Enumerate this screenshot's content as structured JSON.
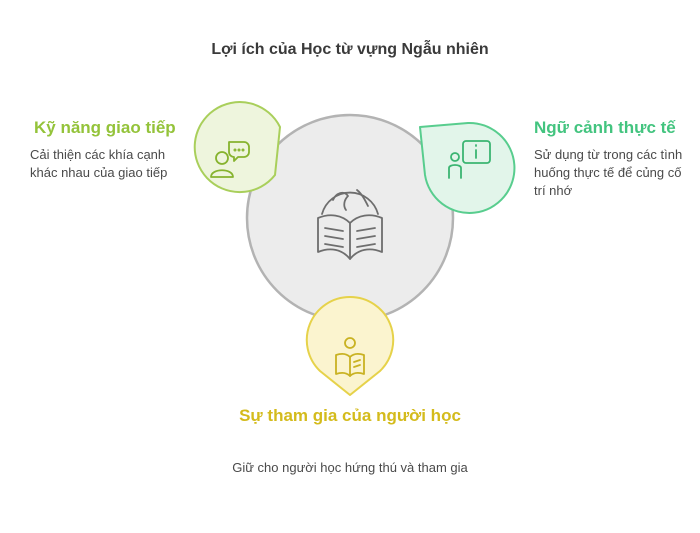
{
  "title": "Lợi ích của Học từ vựng Ngẫu nhiên",
  "center": {
    "icon": "globe-book-icon"
  },
  "nodes": [
    {
      "id": "communication",
      "icon": "speech-bubble-person-icon",
      "color": "#94c33a",
      "fill": "#eef5dd",
      "heading": "Kỹ năng giao tiếp",
      "description": "Cải thiện các khía cạnh khác nhau của giao tiếp"
    },
    {
      "id": "context",
      "icon": "person-info-board-icon",
      "color": "#43c47f",
      "fill": "#e2f5ea",
      "heading": "Ngữ cảnh thực tế",
      "description": "Sử dụng từ trong các tình huống thực tế để củng cố trí nhớ"
    },
    {
      "id": "engagement",
      "icon": "person-reading-book-icon",
      "color": "#e3cd3c",
      "fill": "#fbf4cf",
      "heading": "Sự tham gia của người học",
      "description": "Giữ cho người học hứng thú và tham gia"
    }
  ]
}
